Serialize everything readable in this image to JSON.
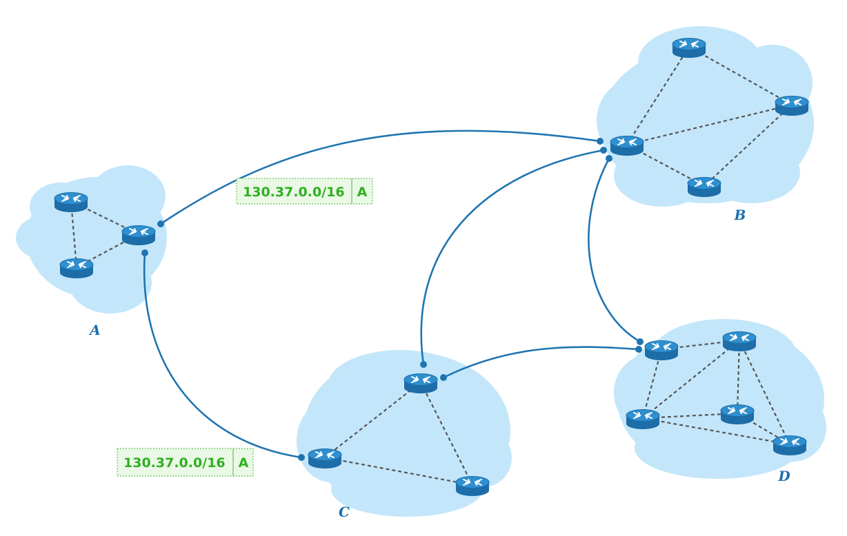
{
  "autonomous_systems": [
    {
      "id": "A",
      "label": "A"
    },
    {
      "id": "B",
      "label": "B"
    },
    {
      "id": "C",
      "label": "C"
    },
    {
      "id": "D",
      "label": "D"
    }
  ],
  "route_advertisements": [
    {
      "id": "adv-a-to-b",
      "prefix": "130.37.0.0/16",
      "path": "A"
    },
    {
      "id": "adv-a-to-c",
      "prefix": "130.37.0.0/16",
      "path": "A"
    }
  ],
  "colors": {
    "cloud": "#c3e6fa",
    "router_body": "#1c6da8",
    "router_top": "#2f8fcf",
    "link_ebgp": "#1f74b0",
    "link_ibgp": "#555555",
    "route_text": "#2fb020",
    "as_label": "#1a6fb0"
  },
  "icons": {
    "router": "router-icon"
  }
}
